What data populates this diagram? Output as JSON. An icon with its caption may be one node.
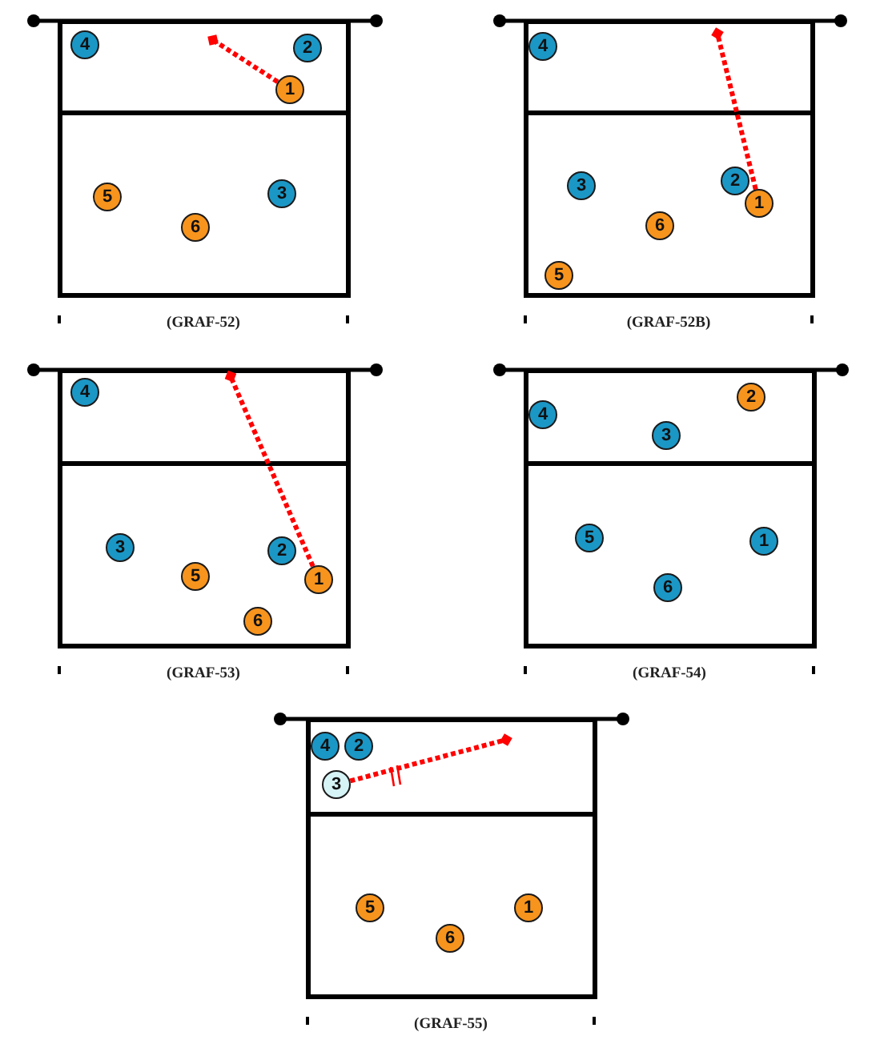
{
  "diagram": {
    "nodes": [
      {
        "text": [],
        "shape": "box",
        "beside": [
          "(GRAF-52)"
        ]
      },
      {
        "text": [
          "4"
        ],
        "in": 0
      },
      {
        "text": [
          "2"
        ],
        "in": 0
      },
      {
        "text": [
          "1"
        ],
        "in": 0
      },
      {
        "text": [
          "5"
        ],
        "in": 0
      },
      {
        "text": [
          "3"
        ],
        "in": 0
      },
      {
        "text": [
          "6"
        ],
        "in": 0
      },
      {
        "text": [],
        "shape": "box",
        "beside": [
          "(GRAF-52B)"
        ]
      },
      {
        "text": [
          "4"
        ],
        "in": 7
      },
      {
        "text": [
          "3"
        ],
        "in": 7
      },
      {
        "text": [
          "2"
        ],
        "in": 7
      },
      {
        "text": [
          "1"
        ],
        "in": 7
      },
      {
        "text": [
          "6"
        ],
        "in": 7
      },
      {
        "text": [
          "5"
        ],
        "in": 7
      },
      {
        "text": [],
        "shape": "box",
        "beside": [
          "(GRAF-53)"
        ]
      },
      {
        "text": [
          "4"
        ],
        "in": 14
      },
      {
        "text": [
          "3"
        ],
        "in": 14
      },
      {
        "text": [
          "2"
        ],
        "in": 14
      },
      {
        "text": [
          "5"
        ],
        "in": 14
      },
      {
        "text": [
          "1"
        ],
        "in": 14
      },
      {
        "text": [
          "6"
        ],
        "in": 14
      },
      {
        "text": [],
        "shape": "box",
        "beside": [
          "(GRAF-54)"
        ]
      },
      {
        "text": [
          "2"
        ],
        "in": 21
      },
      {
        "text": [
          "4"
        ],
        "in": 21
      },
      {
        "text": [
          "3"
        ],
        "in": 21
      },
      {
        "text": [
          "5"
        ],
        "in": 21
      },
      {
        "text": [
          "1"
        ],
        "in": 21
      },
      {
        "text": [
          "6"
        ],
        "in": 21
      },
      {
        "text": [],
        "shape": "box",
        "beside": [
          "(GRAF-55)"
        ]
      },
      {
        "text": [
          "4"
        ],
        "in": 28
      },
      {
        "text": [
          "2"
        ],
        "in": 28
      },
      {
        "text": [
          "3"
        ],
        "in": 28
      },
      {
        "text": [
          "5"
        ],
        "in": 28
      },
      {
        "text": [
          "1"
        ],
        "in": 28
      },
      {
        "text": [
          "6"
        ],
        "in": 28
      }
    ],
    "edges": [
      {
        "from": 3,
        "to": null,
        "arrow": "other",
        "style": "dashed",
        "color": "#ff0000"
      },
      {
        "from": 11,
        "to": null,
        "arrow": "other",
        "style": "dashed",
        "color": "#ff0000"
      },
      {
        "from": 19,
        "to": null,
        "arrow": "other",
        "style": "dashed",
        "color": "#ff0000"
      },
      {
        "from": 31,
        "to": null,
        "arrow": "other",
        "style": "dashed",
        "color": "#ff0000"
      }
    ]
  }
}
